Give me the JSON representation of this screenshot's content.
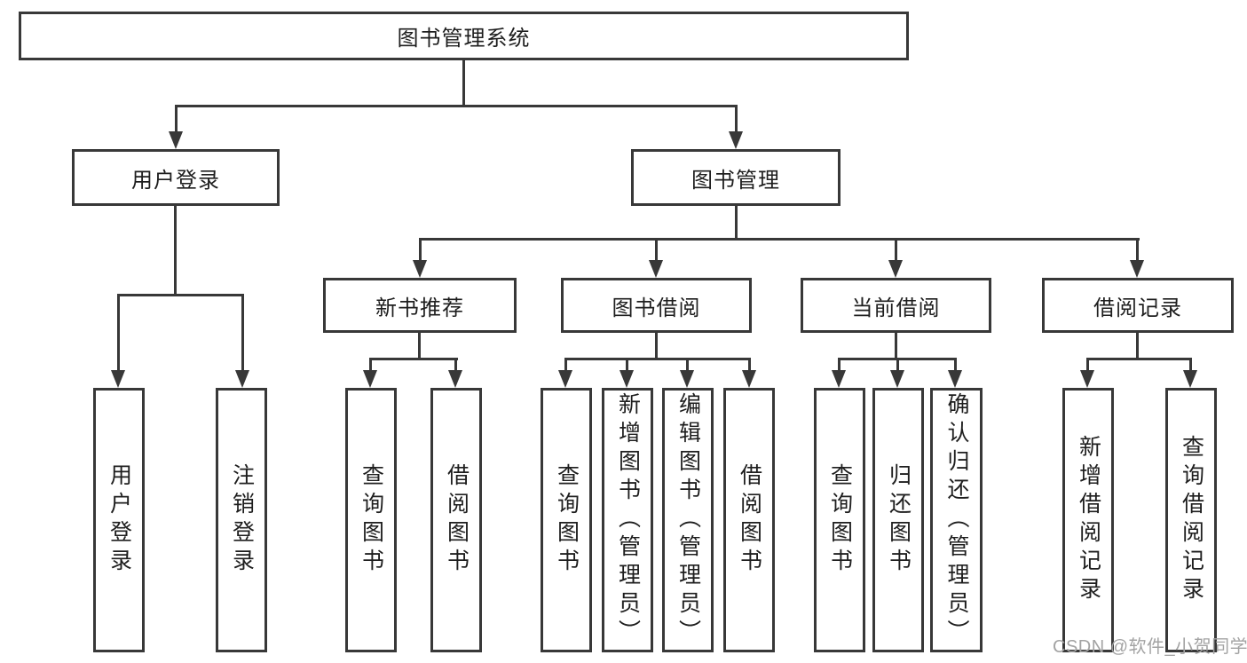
{
  "colors": {
    "background": "#ffffff",
    "line": "#383838",
    "box_border": "#383838",
    "text": "#1e1e1e",
    "watermark": "#a3a3a3"
  },
  "nodes": {
    "root": "图书管理系统",
    "user_login": "用户登录",
    "book_mgmt": "图书管理",
    "new_book_rec": "新书推荐",
    "book_borrow": "图书借阅",
    "current_borrow": "当前借阅",
    "borrow_record": "借阅记录",
    "leaf_login": "用户登录",
    "leaf_logout": "注销登录",
    "rec_query_book": "查询图书",
    "rec_borrow_book": "借阅图书",
    "bb_query_book": "查询图书",
    "bb_add_book": "新增图书（管理员）",
    "bb_edit_book": "编辑图书（管理员）",
    "bb_borrow_book": "借阅图书",
    "cb_query_book": "查询图书",
    "cb_return_book": "归还图书",
    "cb_confirm_return": "确认归还（管理员）",
    "br_add_record": "新增借阅记录",
    "br_query_record": "查询借阅记录"
  },
  "watermark": "CSDN @软件_小贺同学"
}
